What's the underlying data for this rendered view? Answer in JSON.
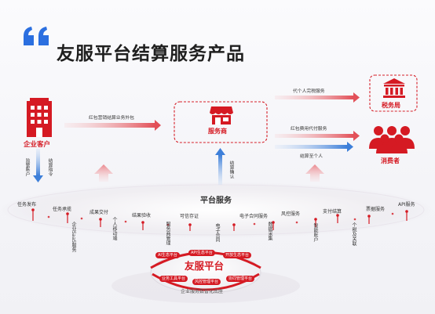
{
  "title": "友服平台结算服务产品",
  "nodes": {
    "enterprise": "企业客户",
    "merchant": "服务商",
    "tax": "税务局",
    "consumers": "消费者"
  },
  "arrows": {
    "redpacket_outsourcing": "红包营销结算业务外包",
    "proxy_tax": "代个人完税服务",
    "redpacket_cost": "红包费用代付服务",
    "settle_to_person": "结算至个人",
    "supervise_account": "监管账户",
    "settle_instruction": "结算指令",
    "settle_confirm": "结算确认"
  },
  "platform_services_title": "平台服务",
  "services_horizontal": [
    "任务发布",
    "任务承揽",
    "成果交付",
    "结果验收",
    "可信存证",
    "电子合同服务",
    "风控服务",
    "支付结算",
    "票据服务",
    "API服务"
  ],
  "services_vertical": [
    "企业SaaS服务",
    "个人移动端",
    "服务商管理",
    "电子合同",
    "数据采集",
    "智能账户",
    "个税及关联"
  ],
  "core": {
    "name": "友服平台",
    "pills": [
      "AI生态平台",
      "API生态平台",
      "开放生态平台",
      "业务工具平台",
      "风控管理平台",
      "协同管理平台"
    ],
    "foundation": "企业服务数智化底座"
  },
  "colors": {
    "brand_red": "#d51a23",
    "arrow_blue": "#3d7fd9"
  }
}
